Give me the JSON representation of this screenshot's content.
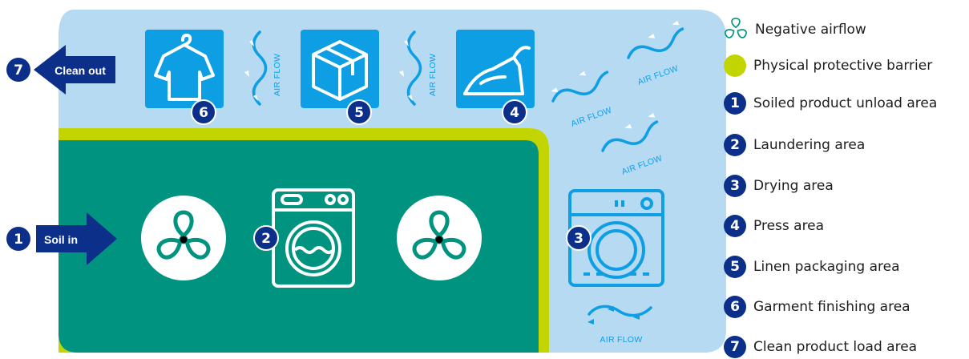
{
  "colors": {
    "clean_zone": "#b6daf2",
    "soiled_zone": "#009480",
    "barrier": "#c3d500",
    "accent": "#0d9ee4",
    "navy": "#0c2f8a",
    "white": "#ffffff"
  },
  "flow_labels": {
    "clean_out": "Clean out",
    "soil_in": "Soil in",
    "clean_out_number": "7",
    "soil_in_number": "1"
  },
  "air_flow_text": "AIR FLOW",
  "area_markers": [
    {
      "number": "6",
      "icon": "shirt-hanger-icon"
    },
    {
      "number": "5",
      "icon": "package-box-icon"
    },
    {
      "number": "4",
      "icon": "iron-icon"
    },
    {
      "number": "2",
      "icon": "washing-machine-icon"
    },
    {
      "number": "3",
      "icon": "dryer-icon"
    }
  ],
  "fan_icons": [
    "fan-icon",
    "fan-icon"
  ],
  "legend": [
    {
      "marker": "fan-icon",
      "label": "Negative airflow"
    },
    {
      "marker": "barrier-dot",
      "label": "Physical protective barrier"
    },
    {
      "marker": "1",
      "label": "Soiled product unload area"
    },
    {
      "marker": "2",
      "label": "Laundering area"
    },
    {
      "marker": "3",
      "label": "Drying area"
    },
    {
      "marker": "4",
      "label": "Press area"
    },
    {
      "marker": "5",
      "label": "Linen packaging area"
    },
    {
      "marker": "6",
      "label": "Garment finishing area"
    },
    {
      "marker": "7",
      "label": "Clean product load area"
    }
  ]
}
